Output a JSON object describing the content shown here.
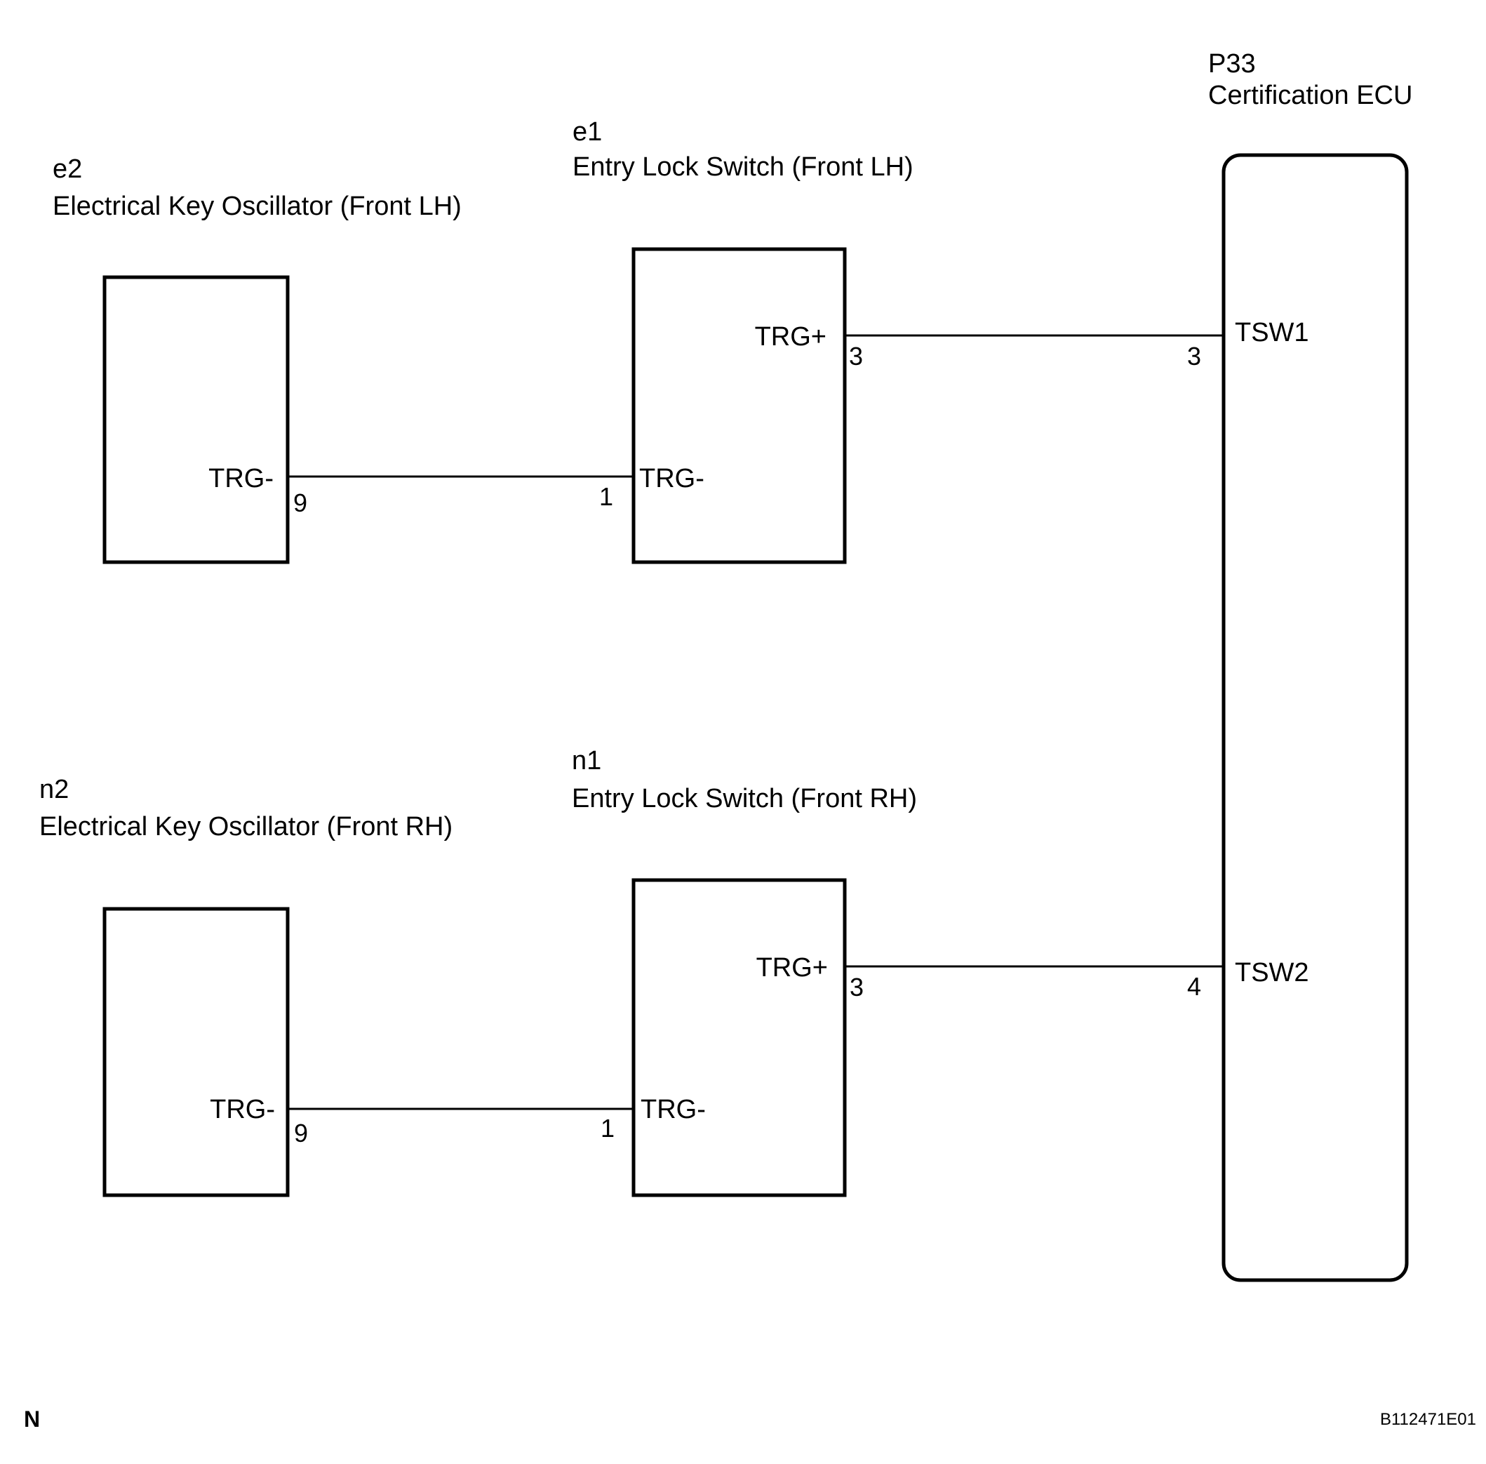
{
  "components": {
    "ecu": {
      "code": "P33",
      "name": "Certification ECU"
    },
    "osc_lh": {
      "code": "e2",
      "name": "Electrical Key Oscillator (Front LH)"
    },
    "switch_lh": {
      "code": "e1",
      "name": "Entry Lock Switch (Front LH)"
    },
    "osc_rh": {
      "code": "n2",
      "name": "Electrical Key Oscillator (Front RH)"
    },
    "switch_rh": {
      "code": "n1",
      "name": "Entry Lock Switch (Front RH)"
    }
  },
  "terminals": {
    "osc_lh_trg_minus": "TRG-",
    "osc_lh_pin": "9",
    "switch_lh_trg_minus": "TRG-",
    "switch_lh_trg_minus_pin": "1",
    "switch_lh_trg_plus": "TRG+",
    "switch_lh_trg_plus_pin": "3",
    "ecu_tsw1": "TSW1",
    "ecu_tsw1_pin": "3",
    "osc_rh_trg_minus": "TRG-",
    "osc_rh_pin": "9",
    "switch_rh_trg_minus": "TRG-",
    "switch_rh_trg_minus_pin": "1",
    "switch_rh_trg_plus": "TRG+",
    "switch_rh_trg_plus_pin": "3",
    "ecu_tsw2": "TSW2",
    "ecu_tsw2_pin": "4"
  },
  "footer": {
    "corner_label": "N",
    "figure_id": "B112471E01"
  }
}
